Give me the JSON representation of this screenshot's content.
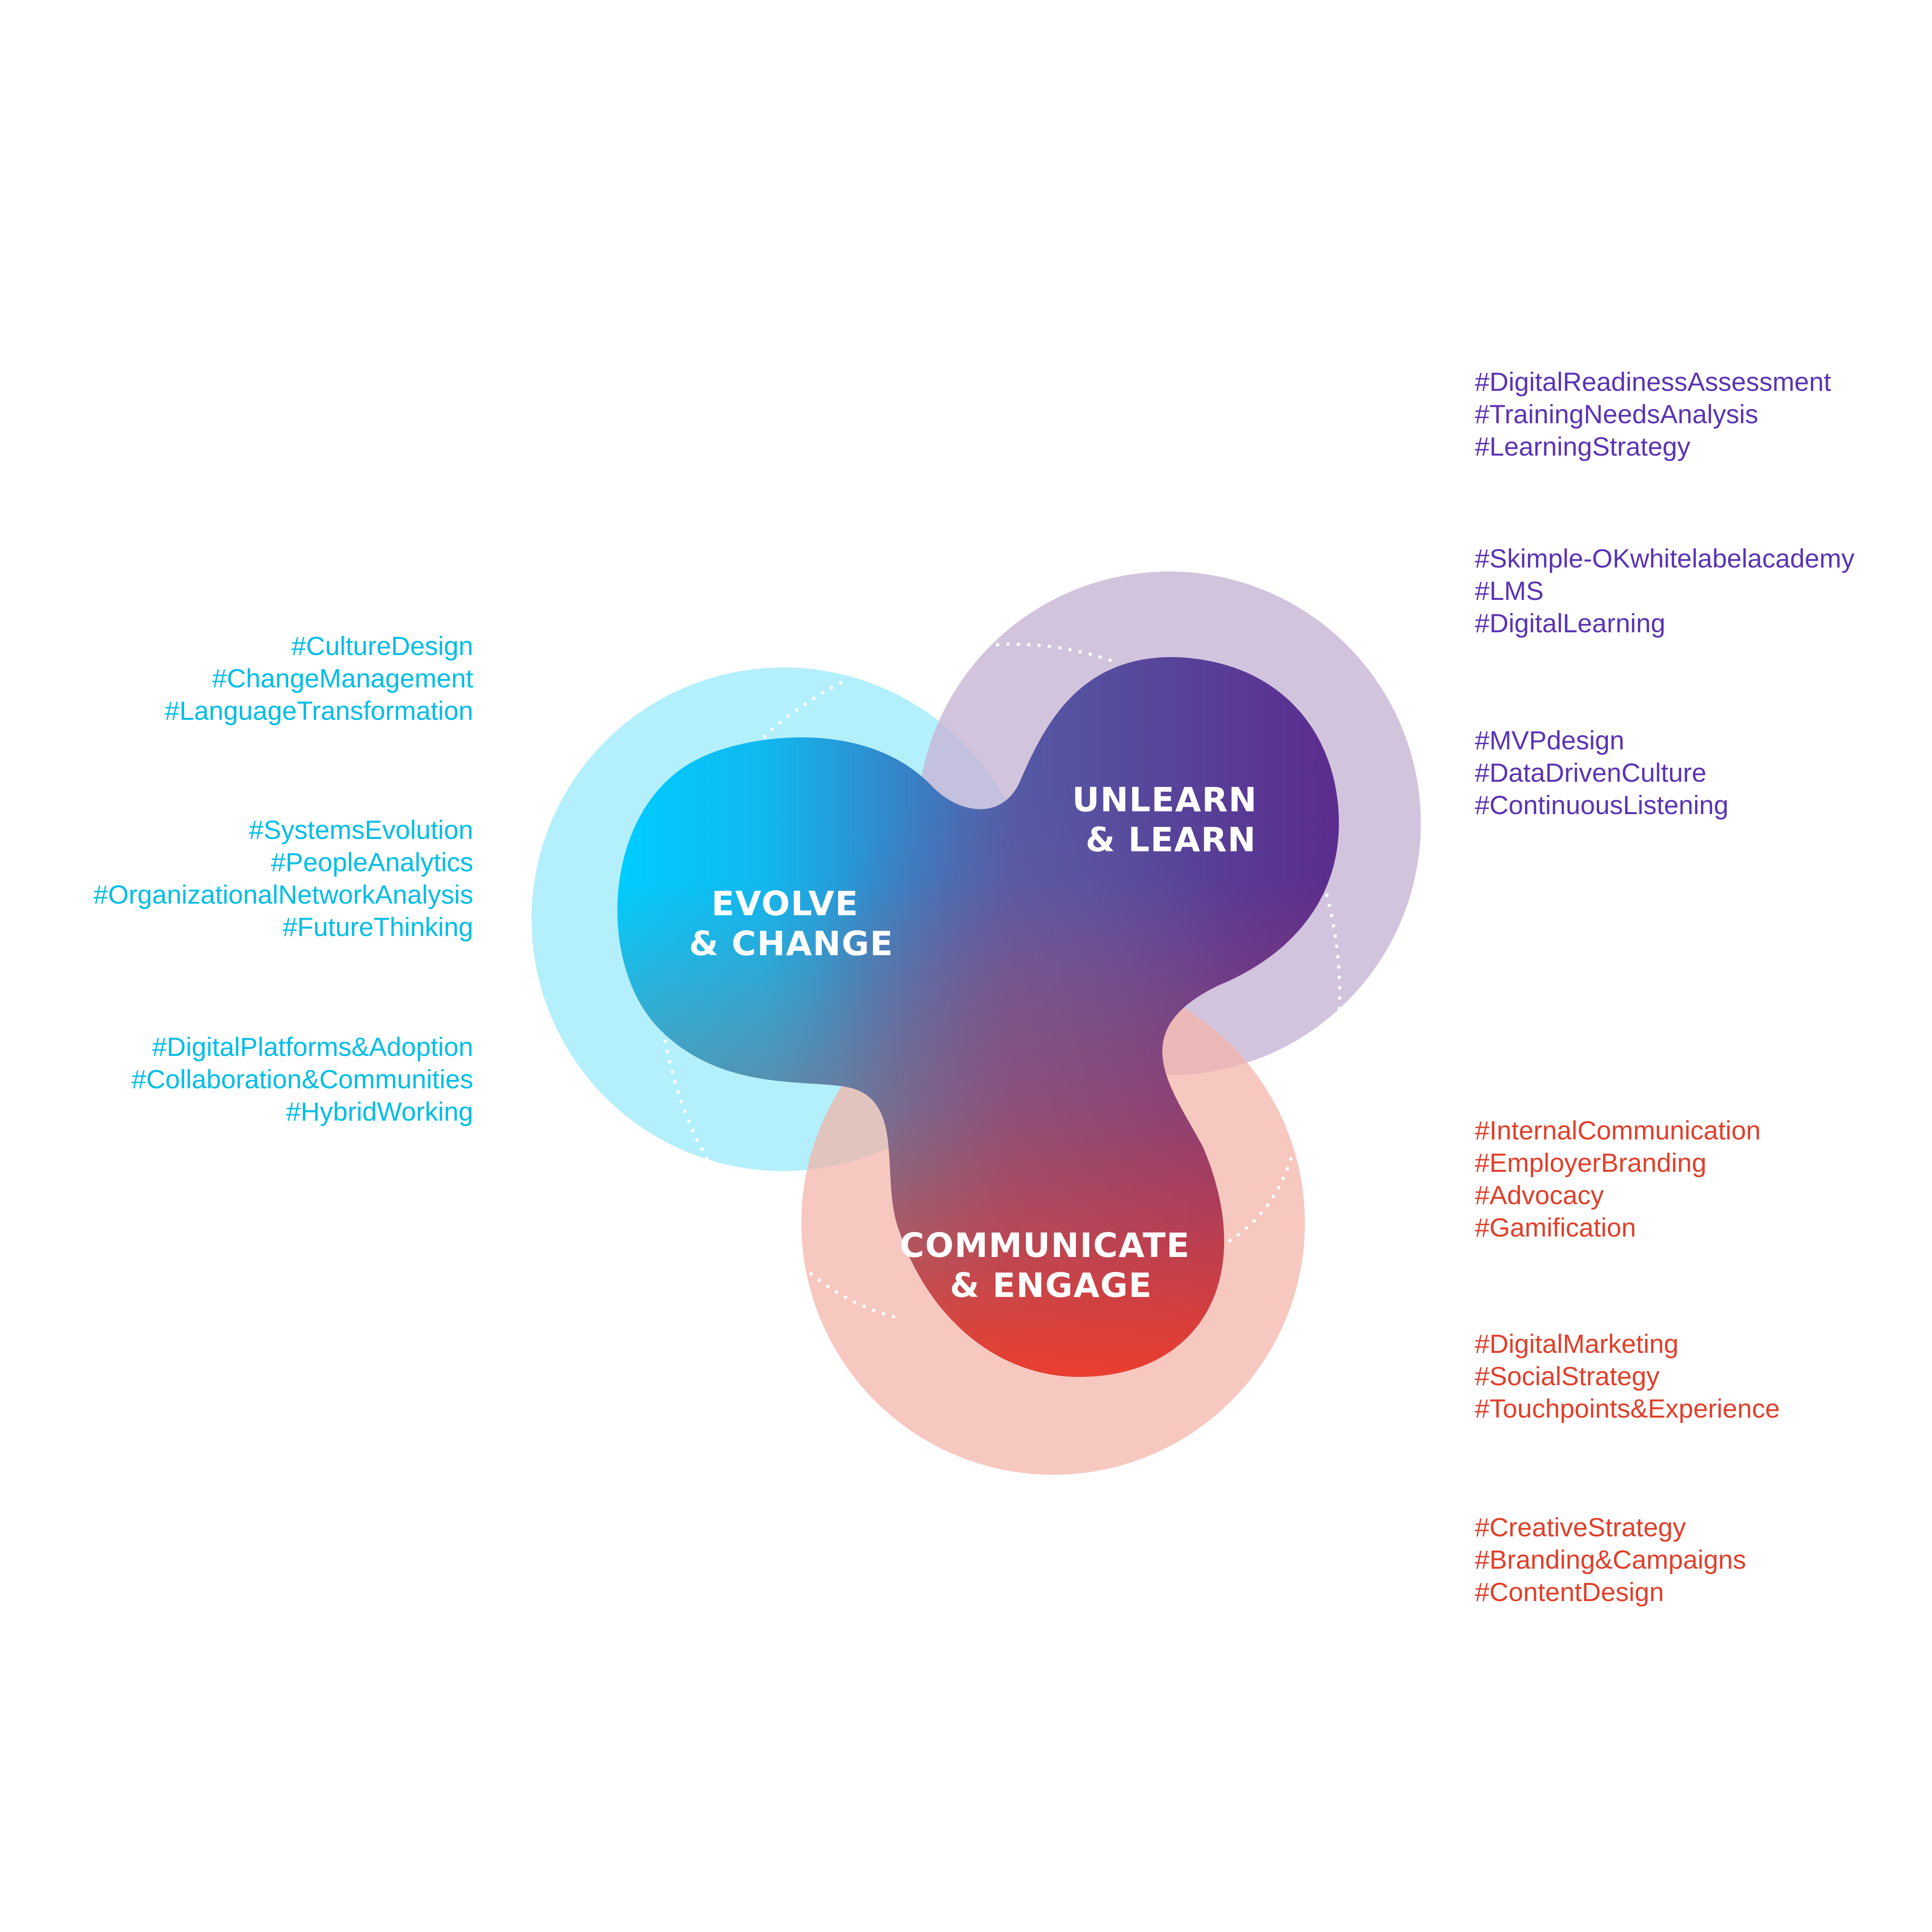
{
  "nodes": {
    "evolve": {
      "line1": "EVOLVE",
      "line2": "& CHANGE"
    },
    "unlearn": {
      "line1": "UNLEARN",
      "line2": "& LEARN"
    },
    "communicate": {
      "line1": "COMMUNICATE",
      "line2": "& ENGAGE"
    }
  },
  "colors": {
    "evolve": "#00ccff",
    "evolve_halo": "#b0eefc",
    "unlearn": "#5b2d8e",
    "unlearn_halo": "#d1c3dc",
    "communicate": "#ee3e2b",
    "communicate_halo": "#f7c6be"
  },
  "tags": {
    "evolve": [
      [
        "#CultureDesign",
        "#ChangeManagement",
        "#LanguageTransformation"
      ],
      [
        "#SystemsEvolution",
        "#PeopleAnalytics",
        "#OrganizationalNetworkAnalysis",
        "#FutureThinking"
      ],
      [
        "#DigitalPlatforms&Adoption",
        "#Collaboration&Communities",
        "#HybridWorking"
      ]
    ],
    "unlearn": [
      [
        "#DigitalReadinessAssessment",
        "#TrainingNeedsAnalysis",
        "#LearningStrategy"
      ],
      [
        "#Skimple-OKwhitelabelacademy",
        "#LMS",
        "#DigitalLearning"
      ],
      [
        "#MVPdesign",
        "#DataDrivenCulture",
        "#ContinuousListening"
      ]
    ],
    "communicate": [
      [
        "#InternalCommunication",
        "#EmployerBranding",
        "#Advocacy",
        "#Gamification"
      ],
      [
        "#DigitalMarketing",
        "#SocialStrategy",
        "#Touchpoints&Experience"
      ],
      [
        "#CreativeStrategy",
        "#Branding&Campaigns",
        "#ContentDesign"
      ]
    ]
  }
}
